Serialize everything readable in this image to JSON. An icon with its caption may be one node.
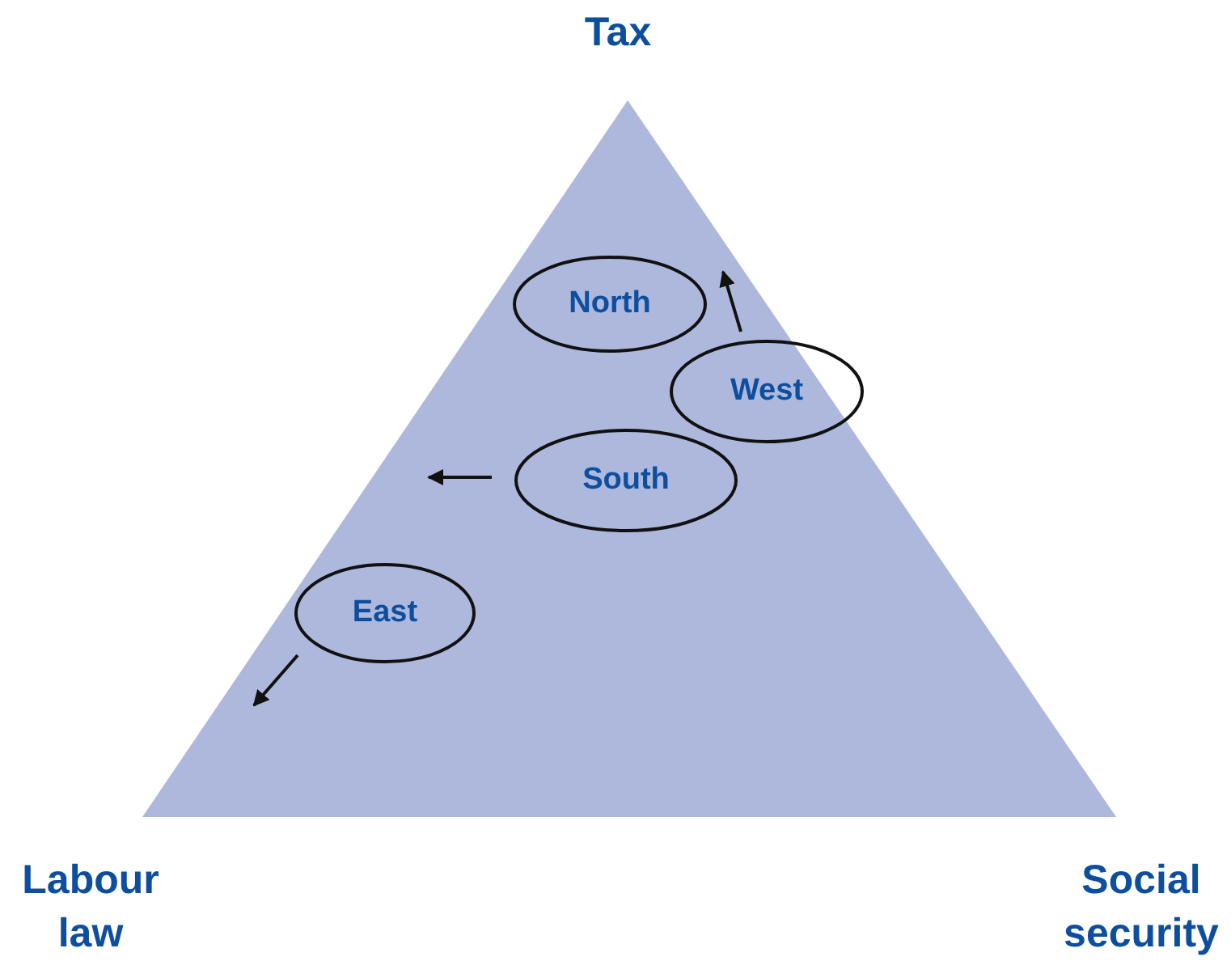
{
  "diagram": {
    "nodes": [
      {
        "text": [
          "North"
        ]
      },
      {
        "text": [
          "West"
        ]
      },
      {
        "text": [
          "South"
        ]
      },
      {
        "text": [
          "East"
        ]
      }
    ],
    "labels": [
      "Tax",
      "Labour law",
      "Social security"
    ]
  }
}
